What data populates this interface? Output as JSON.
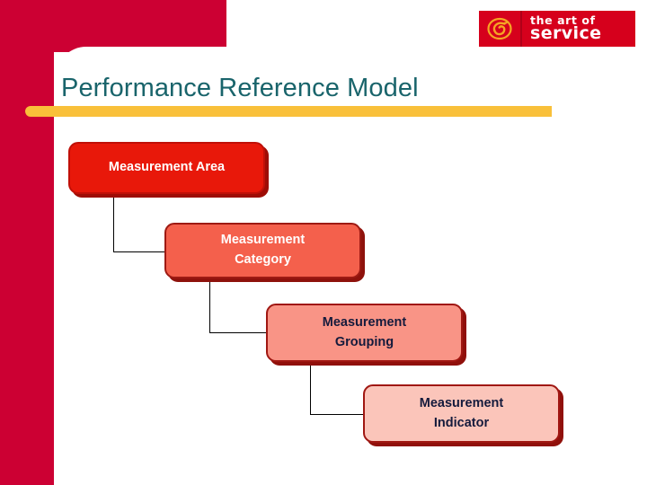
{
  "slide": {
    "title": "Performance Reference Model",
    "accent_colors": {
      "crimson": "#CC0033",
      "yellow": "#F9C03A",
      "title_teal": "#19646B",
      "node_1": "#E8180A",
      "node_2": "#F4604C",
      "node_3": "#F99486",
      "node_4": "#FBC5BA",
      "node_border": "#A01712"
    }
  },
  "logo": {
    "mark_name": "swirl-logo-icon",
    "line1": "the art of",
    "line2": "service"
  },
  "diagram": {
    "type": "hierarchy-cascade",
    "nodes": [
      {
        "id": "measurement-area",
        "label": "Measurement Area",
        "level": 1,
        "fill": "#E8180A",
        "text_color": "#FFFFFF"
      },
      {
        "id": "measurement-category",
        "label": "Measurement\nCategory",
        "level": 2,
        "fill": "#F4604C",
        "text_color": "#FFFFFF"
      },
      {
        "id": "measurement-grouping",
        "label": "Measurement\nGrouping",
        "level": 3,
        "fill": "#F99486",
        "text_color": "#141A3C"
      },
      {
        "id": "measurement-indicator",
        "label": "Measurement\nIndicator",
        "level": 4,
        "fill": "#FBC5BA",
        "text_color": "#141A3C"
      }
    ],
    "node_lines": {
      "n1_a": "Measurement Area",
      "n1_b": "",
      "n2_a": "Measurement",
      "n2_b": "Category",
      "n3_a": "Measurement",
      "n3_b": "Grouping",
      "n4_a": "Measurement",
      "n4_b": "Indicator"
    },
    "edges": [
      {
        "from": "measurement-area",
        "to": "measurement-category"
      },
      {
        "from": "measurement-category",
        "to": "measurement-grouping"
      },
      {
        "from": "measurement-grouping",
        "to": "measurement-indicator"
      }
    ]
  }
}
